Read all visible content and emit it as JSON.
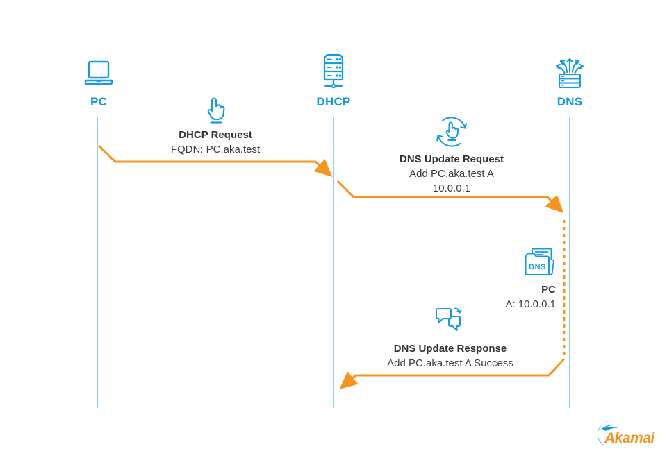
{
  "colors": {
    "accent_blue": "#0d9cdb",
    "lifeline_blue": "#8fd2ee",
    "flow_orange": "#f7941e",
    "text_dark": "#3c3c3c"
  },
  "actors": [
    {
      "label": "PC"
    },
    {
      "label": "DHCP"
    },
    {
      "label": "DNS"
    }
  ],
  "flow": {
    "dhcp_request": {
      "title": "DHCP Request",
      "detail": "FQDN: PC.aka.test"
    },
    "dns_update_request": {
      "title": "DNS Update Request",
      "detail1": "Add PC.aka.test A",
      "detail2": "10.0.0.1"
    },
    "dns_record_note": {
      "folder_label": "DNS",
      "title": "PC",
      "detail": "A: 10.0.0.1"
    },
    "dns_update_response": {
      "title": "DNS Update Response",
      "detail": "Add PC.aka.test A Success"
    }
  },
  "branding": {
    "logo_text": "Akamai"
  }
}
